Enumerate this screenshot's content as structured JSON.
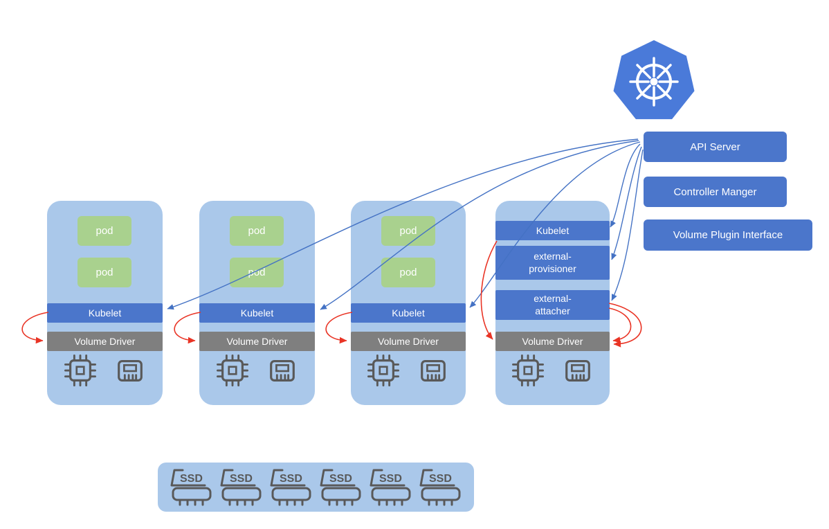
{
  "diagram": {
    "control_plane": {
      "api_server_label": "API Server",
      "controller_manager_label": "Controller Manger",
      "volume_plugin_interface_label": "Volume Plugin Interface"
    },
    "nodes": [
      {
        "pods": [
          "pod",
          "pod"
        ],
        "kubelet_label": "Kubelet",
        "volume_driver_label": "Volume Driver"
      },
      {
        "pods": [
          "pod",
          "pod"
        ],
        "kubelet_label": "Kubelet",
        "volume_driver_label": "Volume Driver"
      },
      {
        "pods": [
          "pod",
          "pod"
        ],
        "kubelet_label": "Kubelet",
        "volume_driver_label": "Volume Driver"
      },
      {
        "kubelet_label": "Kubelet",
        "external_provisioner_label": "external-provisioner",
        "external_attacher_label": "external-attacher",
        "volume_driver_label": "Volume Driver"
      }
    ],
    "storage_pool": {
      "ssd_labels": [
        "SSD",
        "SSD",
        "SSD",
        "SSD",
        "SSD",
        "SSD"
      ]
    },
    "icons": {
      "kubernetes_logo": "kubernetes-helm-wheel-heptagon",
      "cpu": "cpu-chip-outline",
      "memory": "memory-card-outline",
      "ssd": "ssd-drive-outline"
    },
    "colors": {
      "node_background": "#aac8ea",
      "component_blue": "#4b76cb",
      "component_gray": "#7f7f7f",
      "pod_green": "#a9d18e",
      "kubernetes_blue": "#4a7ad9",
      "arrow_blue": "#4472c4",
      "arrow_red": "#e93425",
      "icon_outline": "#595959"
    }
  }
}
